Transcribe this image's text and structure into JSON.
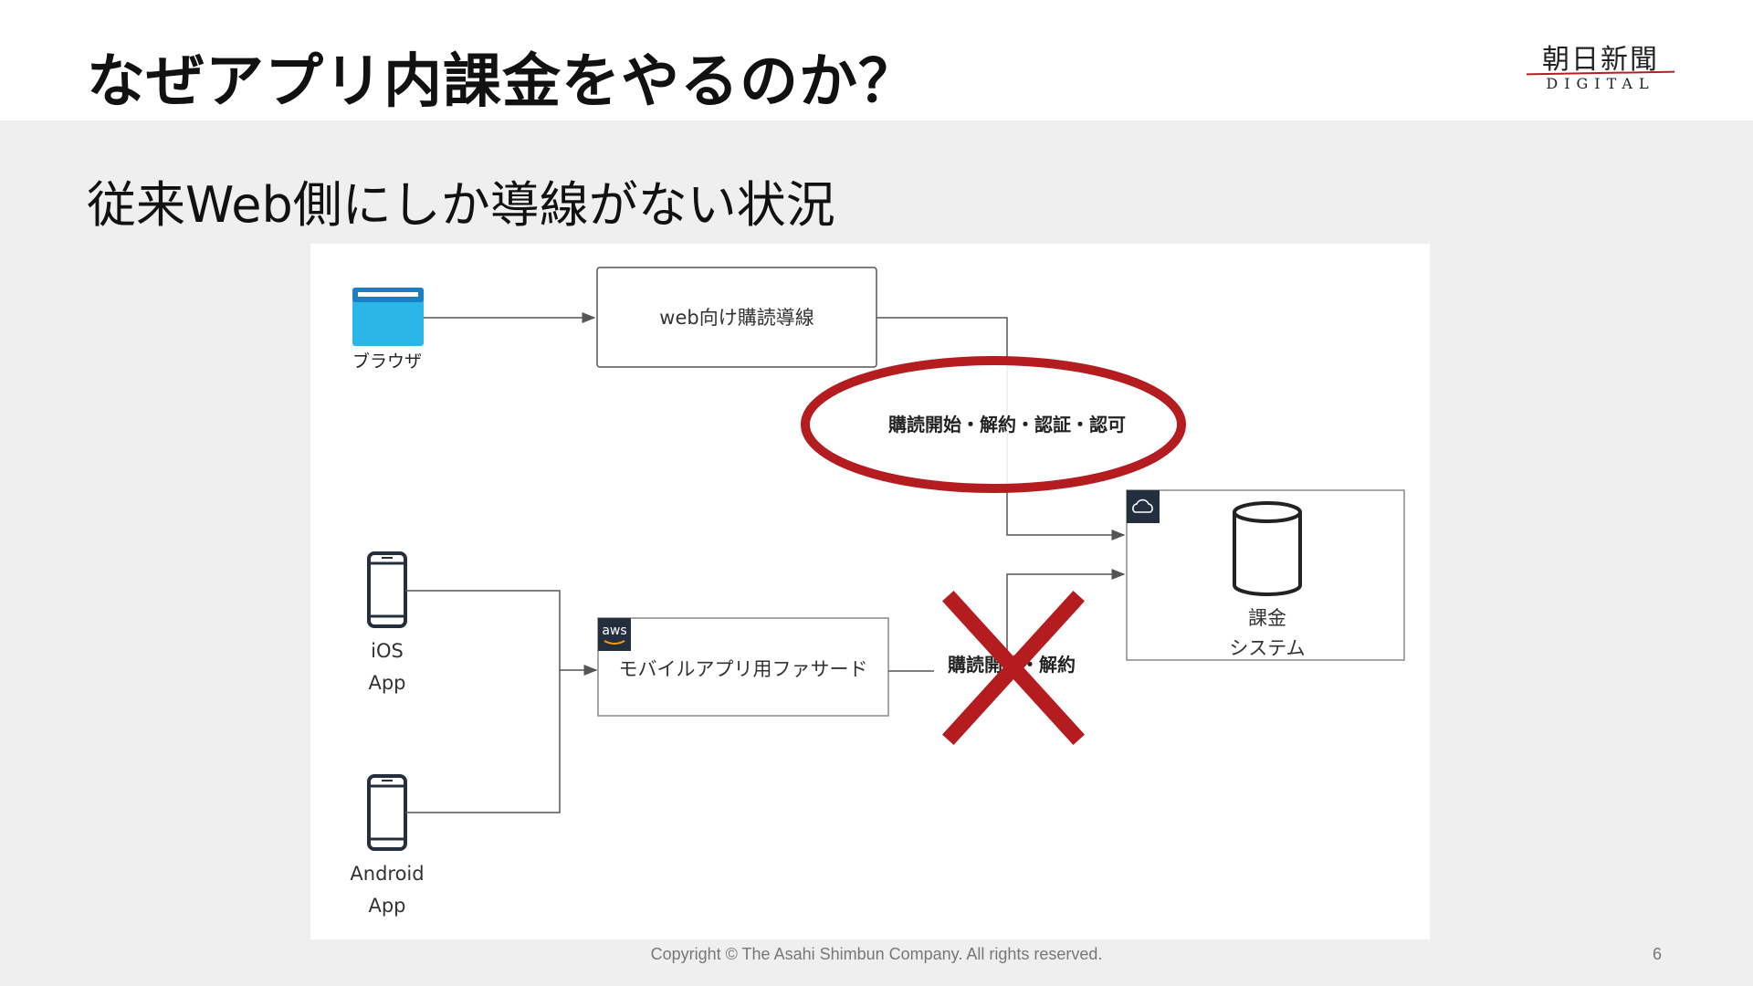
{
  "header": {
    "title": "なぜアプリ内課金をやるのか？"
  },
  "logo": {
    "kanji": "朝日新聞",
    "sub": "DIGITAL"
  },
  "subtitle": "従来Web側にしか導線がない状況",
  "diagram": {
    "browser_label": "ブラウザ",
    "web_flow_label": "web向け購読導線",
    "highlight_label": "購読開始・解約・認証・認可",
    "billing_label_1": "課金",
    "billing_label_2": "システム",
    "ios_label_1": "iOS",
    "ios_label_2": "App",
    "android_label_1": "Android",
    "android_label_2": "App",
    "aws_badge": "aws",
    "facade_label": "モバイルアプリ用ファサード",
    "blocked_label": "購読開始・解約",
    "colors": {
      "accent_red": "#b51c20",
      "browser_blue": "#2aa8e0",
      "line_gray": "#555555"
    }
  },
  "footer": {
    "copyright": "Copyright © The Asahi Shimbun Company. All rights reserved.",
    "page": "6"
  }
}
